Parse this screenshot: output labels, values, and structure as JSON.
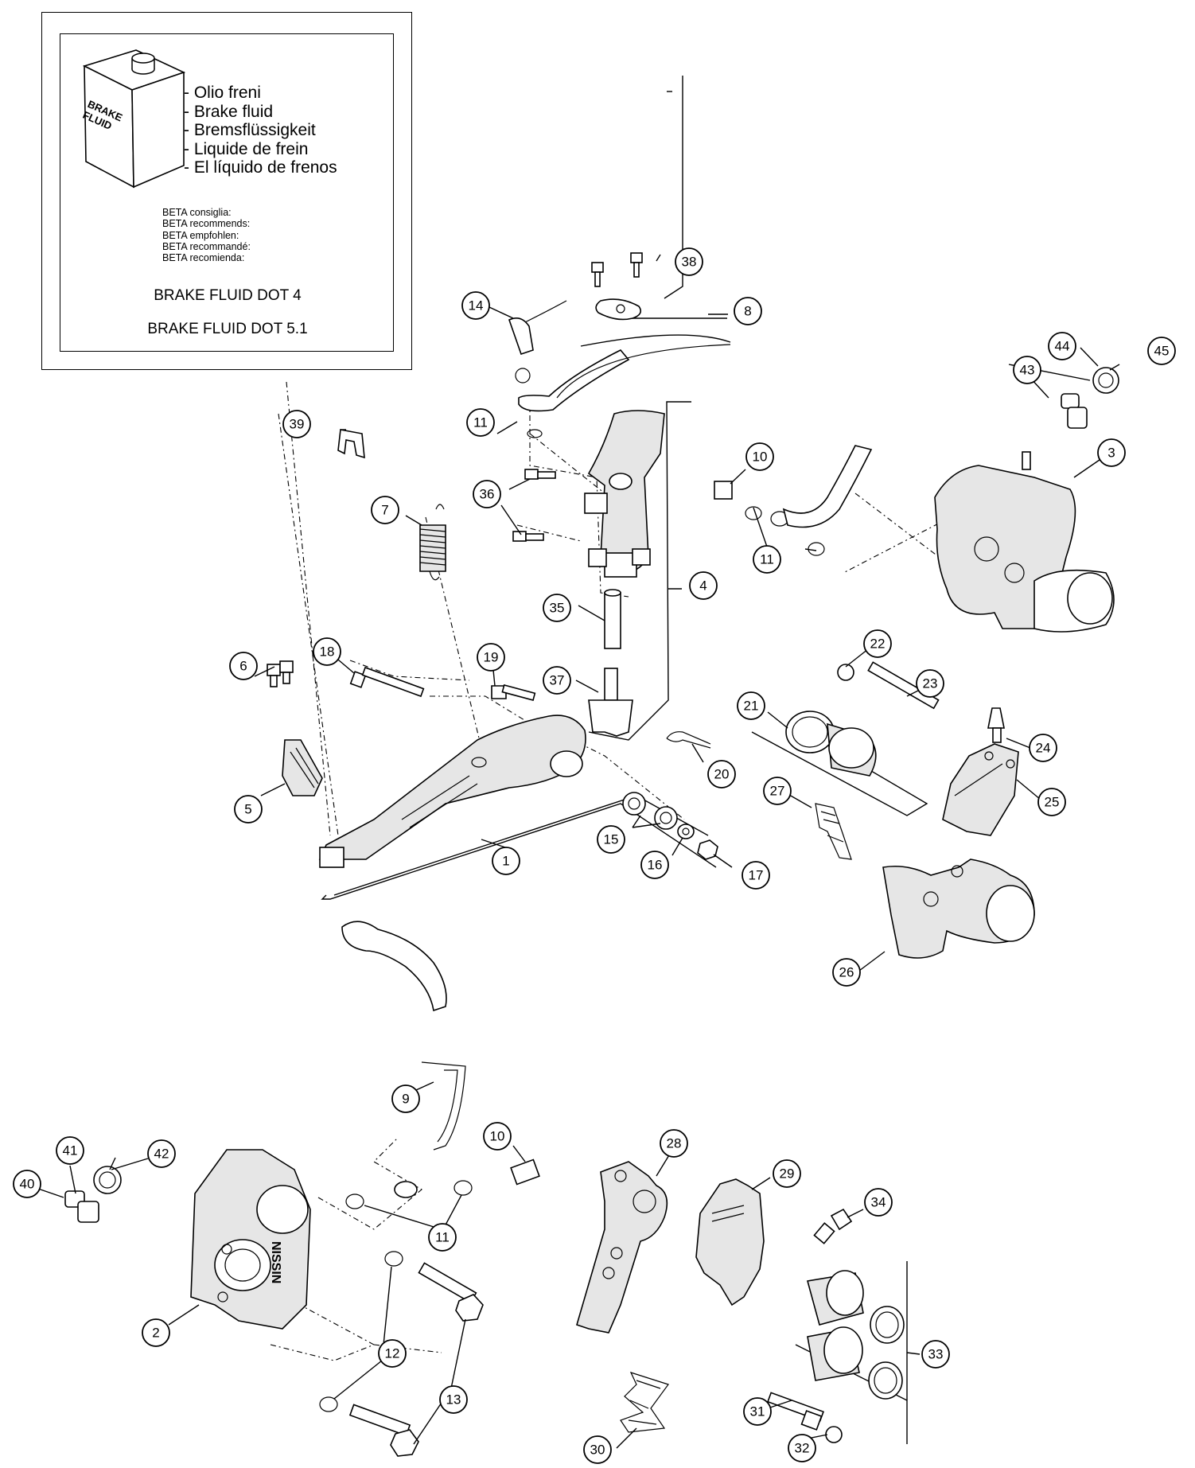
{
  "legend": {
    "can_label_line1": "BRAKE",
    "can_label_line2": "FLUID",
    "fluid_names": [
      "- Olio freni",
      "- Brake fluid",
      "- Bremsflüssigkeit",
      "- Liquide de frein",
      "- El líquido de frenos"
    ],
    "recommends": [
      "BETA consiglia:",
      "BETA recommends:",
      "BETA empfohlen:",
      "BETA recommandé:",
      "BETA recomienda:"
    ],
    "spec_1": "BRAKE FLUID DOT 4",
    "spec_2": "BRAKE FLUID DOT 5.1"
  },
  "caliper_brand": "NISSIN",
  "callouts": [
    "1",
    "2",
    "3",
    "4",
    "5",
    "6",
    "7",
    "8",
    "9",
    "10",
    "11",
    "12",
    "13",
    "14",
    "15",
    "16",
    "17",
    "18",
    "19",
    "20",
    "21",
    "22",
    "23",
    "24",
    "25",
    "26",
    "27",
    "28",
    "29",
    "30",
    "31",
    "32",
    "33",
    "34",
    "35",
    "36",
    "37",
    "38",
    "39",
    "40",
    "41",
    "42",
    "43",
    "44",
    "45"
  ]
}
